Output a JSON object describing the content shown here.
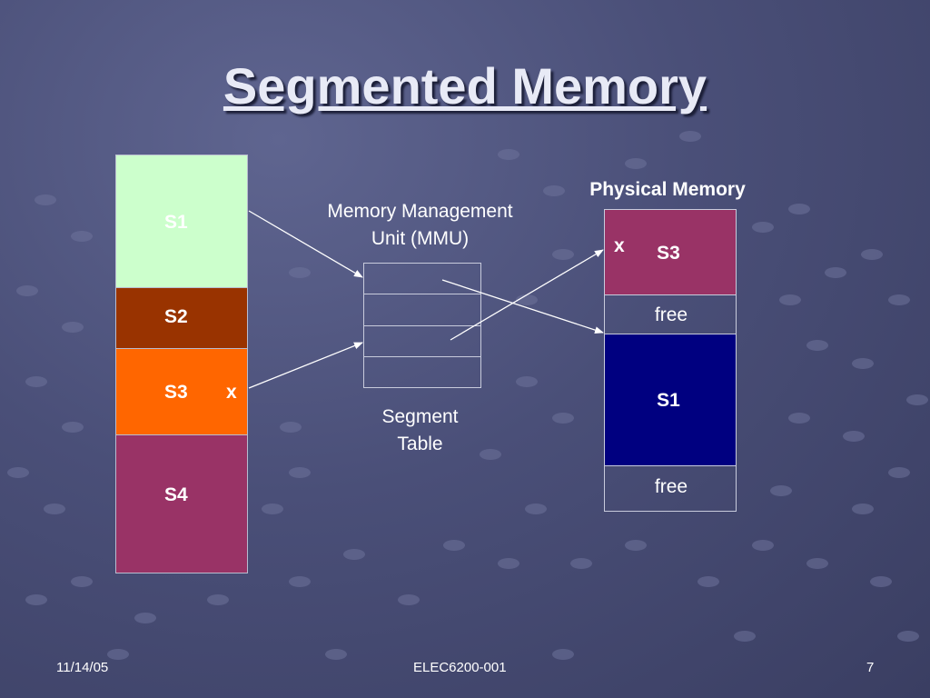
{
  "slide": {
    "title": "Segmented Memory",
    "date": "11/14/05",
    "course": "ELEC6200-001",
    "page_number": "7"
  },
  "colors": {
    "s1_logical": "#ccffcc",
    "s2": "#993300",
    "s3_logical": "#ff6600",
    "s4": "#993366",
    "s3_physical": "#993366",
    "s1_physical": "#000080"
  },
  "logical_memory": {
    "segments": [
      {
        "label": "S1"
      },
      {
        "label": "S2"
      },
      {
        "label": "S3",
        "marker": "x"
      },
      {
        "label": "S4"
      }
    ]
  },
  "mmu": {
    "label_line1": "Memory Management",
    "label_line2": "Unit (MMU)",
    "table_label_line1": "Segment",
    "table_label_line2": "Table"
  },
  "physical_memory": {
    "heading": "Physical Memory",
    "blocks": [
      {
        "label": "S3",
        "marker": "x"
      },
      {
        "label": "free"
      },
      {
        "label": "S1"
      },
      {
        "label": "free"
      }
    ]
  }
}
